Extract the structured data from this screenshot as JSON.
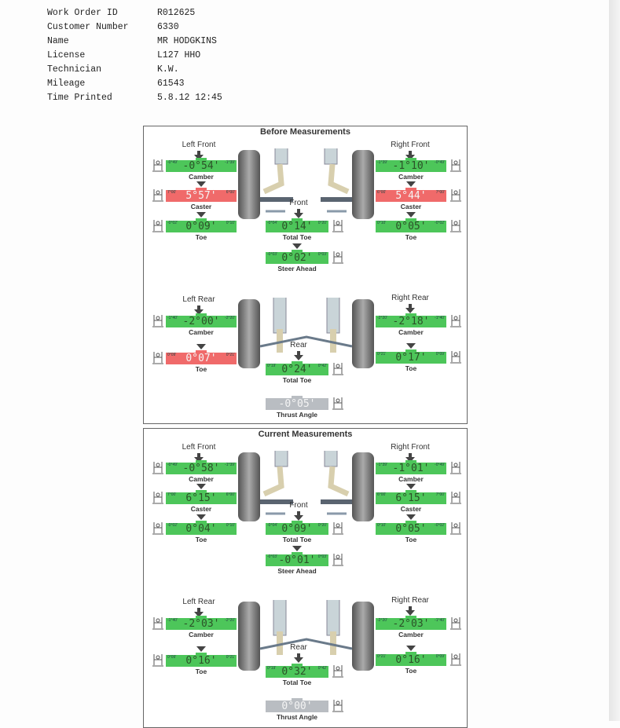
{
  "header": {
    "rows": [
      {
        "label": "Work Order ID",
        "value": "R012625"
      },
      {
        "label": "Customer Number",
        "value": "6330"
      },
      {
        "label": "Name",
        "value": "MR HODGKINS"
      },
      {
        "label": "License",
        "value": "L127 HHO"
      },
      {
        "label": "Technician",
        "value": "K.W."
      },
      {
        "label": "Mileage",
        "value": "61543"
      },
      {
        "label": "Time Printed",
        "value": "5.8.12 12:45"
      }
    ]
  },
  "colors": {
    "in_spec": "#4dc65a",
    "out_of_spec": "#f06a6a",
    "neutral": "#b9bdc2"
  },
  "labels": {
    "left_front": "Left Front",
    "right_front": "Right Front",
    "left_rear": "Left Rear",
    "right_rear": "Right Rear",
    "front": "Front",
    "rear": "Rear",
    "camber": "Camber",
    "caster": "Caster",
    "toe": "Toe",
    "total_toe": "Total Toe",
    "steer_ahead": "Steer Ahead",
    "thrust_angle": "Thrust Angle"
  },
  "panels": [
    {
      "title": "Before Measurements",
      "gauges": {
        "lf_camber": {
          "value": "-0°54'",
          "min": "-0°49'",
          "max": "-1°39'",
          "status": "in_spec"
        },
        "lf_caster": {
          "value": "5°57'",
          "min": "7°00'",
          "max": "6°00'",
          "status": "out_of_spec"
        },
        "lf_toe": {
          "value": "0°09'",
          "min": "-0°02'",
          "max": "0°10'",
          "status": "in_spec"
        },
        "rf_camber": {
          "value": "-1°10'",
          "min": "-1°39'",
          "max": "-0°49'",
          "status": "in_spec"
        },
        "rf_caster": {
          "value": "5°44'",
          "min": "6°00'",
          "max": "7°00'",
          "status": "out_of_spec"
        },
        "rf_toe": {
          "value": "0°05'",
          "min": "0°10'",
          "max": "-0°02'",
          "status": "in_spec"
        },
        "front_total_toe": {
          "value": "0°14'",
          "min": "-0°04'",
          "max": "0°20'",
          "status": "in_spec"
        },
        "steer_ahead": {
          "value": "0°02'",
          "min": "-0°03'",
          "max": "0°03'",
          "status": "in_spec"
        },
        "lr_camber": {
          "value": "-2°00'",
          "min": "-1°40'",
          "max": "-2°20'",
          "status": "in_spec"
        },
        "lr_toe": {
          "value": "0°07'",
          "min": "0°09'",
          "max": "0°21'",
          "status": "out_of_spec"
        },
        "rr_camber": {
          "value": "-2°18'",
          "min": "-2°20'",
          "max": "-1°40'",
          "status": "in_spec"
        },
        "rr_toe": {
          "value": "0°17'",
          "min": "0°21'",
          "max": "0°09'",
          "status": "in_spec"
        },
        "rear_total_toe": {
          "value": "0°24'",
          "min": "0°19'",
          "max": "0°42'",
          "status": "in_spec"
        },
        "thrust_angle": {
          "value": "-0°05'",
          "min": "",
          "max": "",
          "status": "neutral"
        }
      }
    },
    {
      "title": "Current Measurements",
      "gauges": {
        "lf_camber": {
          "value": "-0°58'",
          "min": "-0°49'",
          "max": "-1°39'",
          "status": "in_spec"
        },
        "lf_caster": {
          "value": "6°15'",
          "min": "7°00'",
          "max": "6°00'",
          "status": "in_spec"
        },
        "lf_toe": {
          "value": "0°04'",
          "min": "-0°02'",
          "max": "0°10'",
          "status": "in_spec"
        },
        "rf_camber": {
          "value": "-1°01'",
          "min": "-1°39'",
          "max": "-0°49'",
          "status": "in_spec"
        },
        "rf_caster": {
          "value": "6°15'",
          "min": "6°00'",
          "max": "7°00'",
          "status": "in_spec"
        },
        "rf_toe": {
          "value": "0°05'",
          "min": "0°10'",
          "max": "-0°02'",
          "status": "in_spec"
        },
        "front_total_toe": {
          "value": "0°09'",
          "min": "-0°04'",
          "max": "0°20'",
          "status": "in_spec"
        },
        "steer_ahead": {
          "value": "-0°01'",
          "min": "-0°03'",
          "max": "0°03'",
          "status": "in_spec"
        },
        "lr_camber": {
          "value": "-2°03'",
          "min": "-1°40'",
          "max": "-2°20'",
          "status": "in_spec"
        },
        "lr_toe": {
          "value": "0°16'",
          "min": "0°09'",
          "max": "0°21'",
          "status": "in_spec"
        },
        "rr_camber": {
          "value": "-2°03'",
          "min": "-2°20'",
          "max": "-1°40'",
          "status": "in_spec"
        },
        "rr_toe": {
          "value": "0°16'",
          "min": "0°21'",
          "max": "0°09'",
          "status": "in_spec"
        },
        "rear_total_toe": {
          "value": "0°32'",
          "min": "0°19'",
          "max": "0°42'",
          "status": "in_spec"
        },
        "thrust_angle": {
          "value": "0°00'",
          "min": "",
          "max": "",
          "status": "neutral"
        }
      }
    }
  ]
}
